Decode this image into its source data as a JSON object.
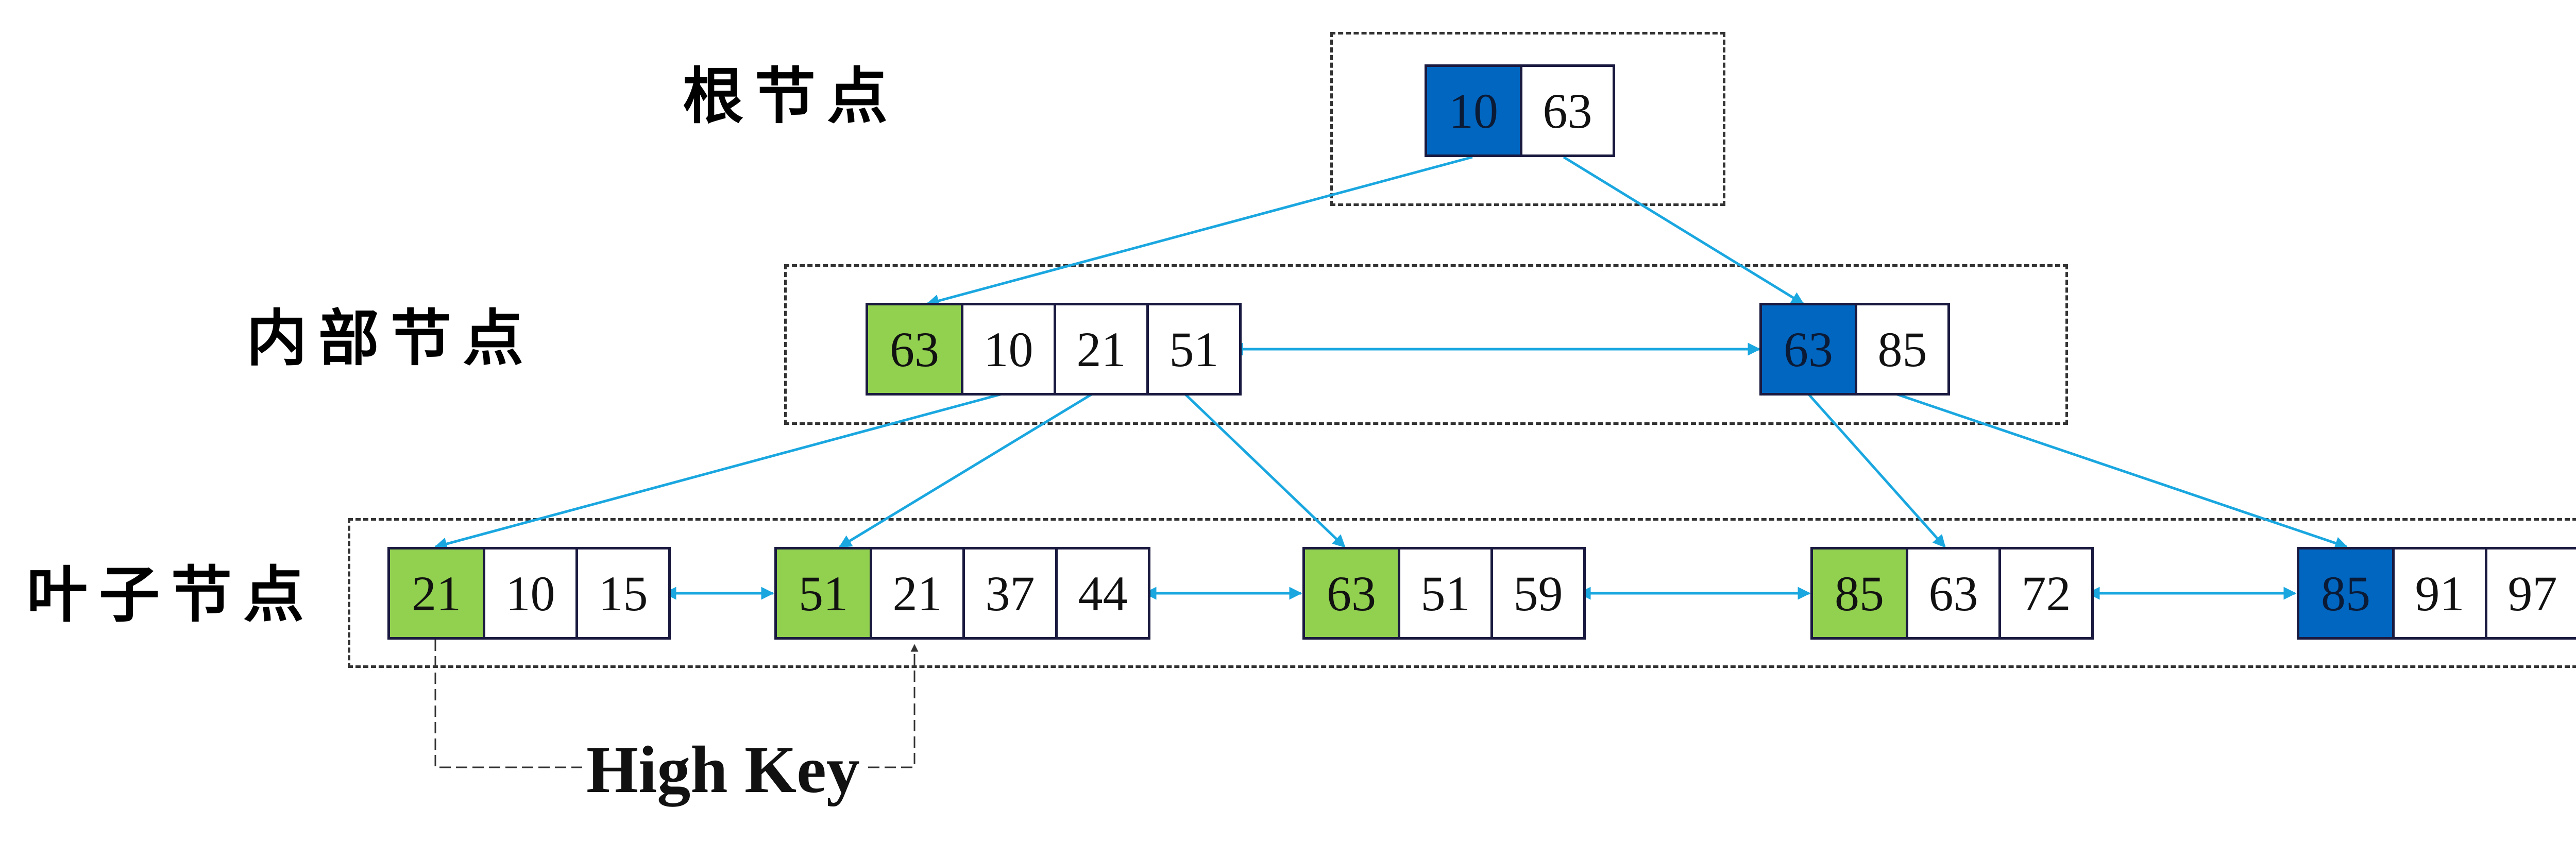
{
  "labels": {
    "root": "根节点",
    "internal": "内部节点",
    "leaf": "叶子节点",
    "high_key": "High Key"
  },
  "colors": {
    "separator_key": "#92d050",
    "high_key_cell": "#0066c0",
    "arrow": "#1aa7e0",
    "high_key_arrow": "#333333"
  },
  "nodes": {
    "root": [
      {
        "value": "10",
        "style": "blue"
      },
      {
        "value": "63",
        "style": "plain"
      }
    ],
    "internal_1": [
      {
        "value": "63",
        "style": "green"
      },
      {
        "value": "10",
        "style": "plain"
      },
      {
        "value": "21",
        "style": "plain"
      },
      {
        "value": "51",
        "style": "plain"
      }
    ],
    "internal_2": [
      {
        "value": "63",
        "style": "blue"
      },
      {
        "value": "85",
        "style": "plain"
      }
    ],
    "leaf_1": [
      {
        "value": "21",
        "style": "green"
      },
      {
        "value": "10",
        "style": "plain"
      },
      {
        "value": "15",
        "style": "plain"
      }
    ],
    "leaf_2": [
      {
        "value": "51",
        "style": "green"
      },
      {
        "value": "21",
        "style": "plain"
      },
      {
        "value": "37",
        "style": "plain"
      },
      {
        "value": "44",
        "style": "plain"
      }
    ],
    "leaf_3": [
      {
        "value": "63",
        "style": "green"
      },
      {
        "value": "51",
        "style": "plain"
      },
      {
        "value": "59",
        "style": "plain"
      }
    ],
    "leaf_4": [
      {
        "value": "85",
        "style": "green"
      },
      {
        "value": "63",
        "style": "plain"
      },
      {
        "value": "72",
        "style": "plain"
      }
    ],
    "leaf_5": [
      {
        "value": "85",
        "style": "blue"
      },
      {
        "value": "91",
        "style": "plain"
      },
      {
        "value": "97",
        "style": "plain"
      }
    ]
  }
}
